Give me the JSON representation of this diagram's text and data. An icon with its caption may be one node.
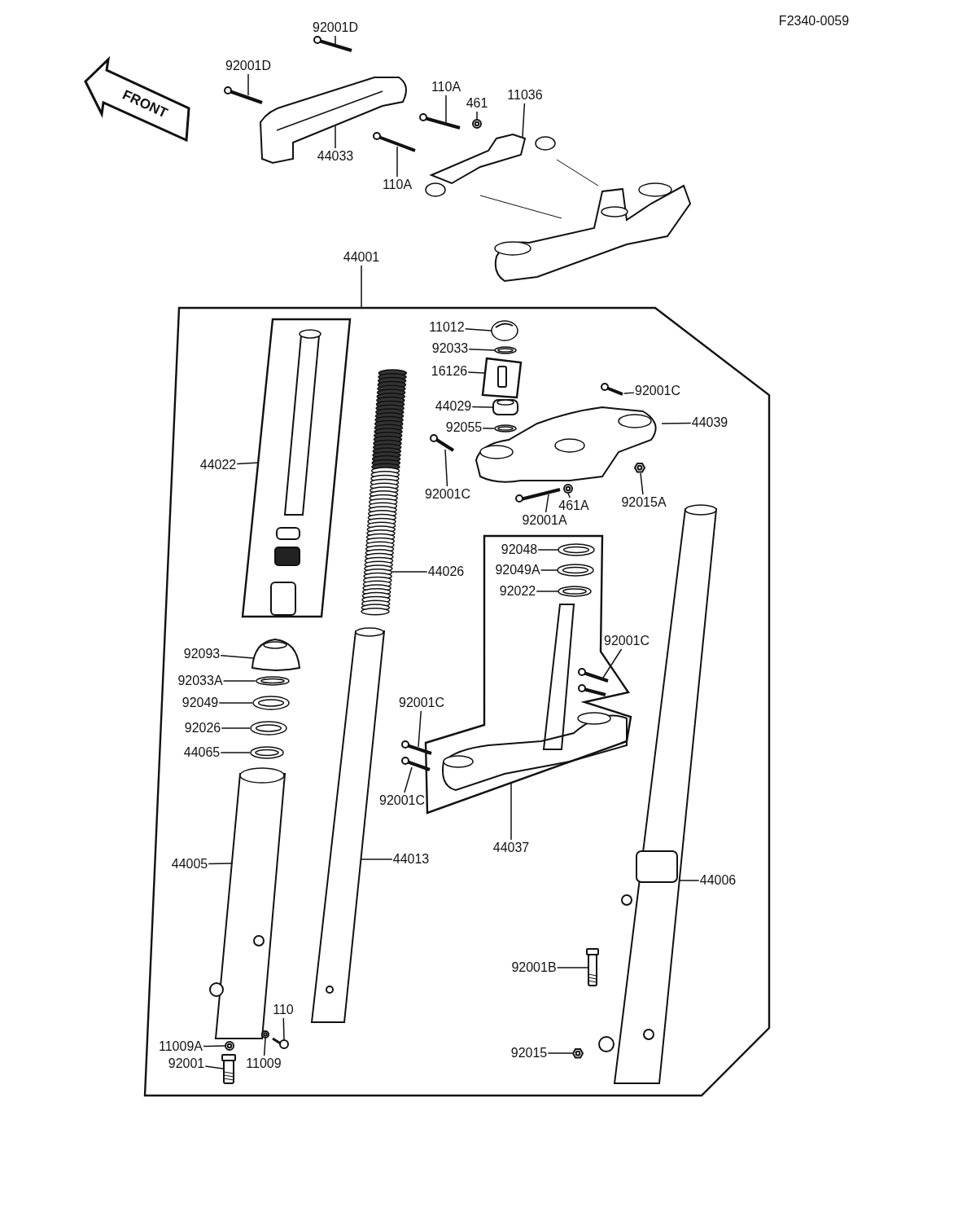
{
  "diagram": {
    "nodes": [
      {
        "text": [
          "92001D"
        ]
      },
      {
        "text": [],
        "shape": "picture"
      },
      {
        "text": [
          "92001D"
        ]
      },
      {
        "text": [],
        "shape": "picture"
      },
      {
        "text": [
          "44033"
        ]
      },
      {
        "text": [],
        "shape": "picture"
      },
      {
        "text": [
          "110A"
        ]
      },
      {
        "text": [],
        "shape": "picture"
      },
      {
        "text": [
          "461"
        ]
      },
      {
        "text": [],
        "shape": "picture"
      },
      {
        "text": [
          "11036"
        ]
      },
      {
        "text": [],
        "shape": "picture"
      },
      {
        "text": [
          "110A"
        ]
      },
      {
        "text": [],
        "shape": "picture"
      },
      {
        "text": [
          "44001"
        ]
      },
      {
        "text": [],
        "shape": "box"
      },
      {
        "text": [
          "11012"
        ],
        "in": 15
      },
      {
        "text": [],
        "shape": "picture",
        "in": 15
      },
      {
        "text": [
          "92033"
        ],
        "in": 15
      },
      {
        "text": [],
        "shape": "picture",
        "in": 15
      },
      {
        "text": [
          "16126"
        ],
        "in": 15
      },
      {
        "text": [],
        "shape": "box",
        "in": 15
      },
      {
        "text": [
          "44029"
        ],
        "in": 15
      },
      {
        "text": [],
        "shape": "picture",
        "in": 15
      },
      {
        "text": [
          "92055"
        ],
        "in": 15
      },
      {
        "text": [],
        "shape": "picture",
        "in": 15
      },
      {
        "text": [
          "92001C"
        ],
        "in": 15
      },
      {
        "text": [],
        "shape": "picture",
        "in": 15
      },
      {
        "text": [
          "44039"
        ],
        "in": 15
      },
      {
        "text": [],
        "shape": "picture",
        "in": 15
      },
      {
        "text": [
          "92001C"
        ],
        "in": 15
      },
      {
        "text": [],
        "shape": "picture",
        "in": 15
      },
      {
        "text": [
          "461A"
        ],
        "in": 15
      },
      {
        "text": [],
        "shape": "picture",
        "in": 15
      },
      {
        "text": [
          "92001A"
        ],
        "in": 15
      },
      {
        "text": [],
        "shape": "picture",
        "in": 15
      },
      {
        "text": [
          "92015A"
        ],
        "in": 15
      },
      {
        "text": [],
        "shape": "picture",
        "in": 15
      },
      {
        "text": [
          "44022"
        ],
        "in": 15
      },
      {
        "text": [],
        "shape": "box",
        "in": 15
      },
      {
        "text": [
          "44026"
        ],
        "in": 15
      },
      {
        "text": [],
        "shape": "picture",
        "in": 15
      },
      {
        "text": [],
        "shape": "box",
        "in": 15
      },
      {
        "text": [
          "92048"
        ],
        "in": 39
      },
      {
        "text": [],
        "shape": "picture",
        "in": 39
      },
      {
        "text": [
          "92049A"
        ],
        "in": 39
      },
      {
        "text": [],
        "shape": "picture",
        "in": 39
      },
      {
        "text": [
          "92022"
        ],
        "in": 39
      },
      {
        "text": [],
        "shape": "picture",
        "in": 39
      },
      {
        "text": [
          "44037"
        ],
        "in": 15
      },
      {
        "text": [
          "92001C"
        ],
        "in": 15
      },
      {
        "text": [],
        "shape": "picture",
        "in": 39
      },
      {
        "text": [
          "92001C"
        ],
        "in": 15
      },
      {
        "text": [],
        "shape": "picture",
        "in": 15
      },
      {
        "text": [
          "92001C"
        ],
        "in": 15
      },
      {
        "text": [],
        "shape": "picture",
        "in": 15
      },
      {
        "text": [
          "92093"
        ],
        "in": 15
      },
      {
        "text": [],
        "shape": "picture",
        "in": 15
      },
      {
        "text": [
          "92033A"
        ],
        "in": 15
      },
      {
        "text": [],
        "shape": "picture",
        "in": 15
      },
      {
        "text": [
          "92049"
        ],
        "in": 15
      },
      {
        "text": [],
        "shape": "picture",
        "in": 15
      },
      {
        "text": [
          "92026"
        ],
        "in": 15
      },
      {
        "text": [],
        "shape": "picture",
        "in": 15
      },
      {
        "text": [
          "44065"
        ],
        "in": 15
      },
      {
        "text": [],
        "shape": "picture",
        "in": 15
      },
      {
        "text": [
          "44005"
        ],
        "in": 15
      },
      {
        "text": [],
        "shape": "picture",
        "in": 15
      },
      {
        "text": [
          "44013"
        ],
        "in": 15
      },
      {
        "text": [],
        "shape": "picture",
        "in": 15
      },
      {
        "text": [
          "44006"
        ],
        "in": 15
      },
      {
        "text": [],
        "shape": "picture",
        "in": 15
      },
      {
        "text": [
          "92001B"
        ],
        "in": 15
      },
      {
        "text": [],
        "shape": "picture",
        "in": 15
      },
      {
        "text": [
          "110"
        ],
        "in": 15
      },
      {
        "text": [],
        "shape": "picture",
        "in": 15
      },
      {
        "text": [
          "11009A"
        ],
        "in": 15
      },
      {
        "text": [],
        "shape": "picture",
        "in": 15
      },
      {
        "text": [
          "92001"
        ],
        "in": 15
      },
      {
        "text": [],
        "shape": "picture",
        "in": 15
      },
      {
        "text": [
          "11009"
        ],
        "in": 15
      },
      {
        "text": [],
        "shape": "picture",
        "in": 15
      },
      {
        "text": [
          "92015"
        ],
        "in": 15
      },
      {
        "text": [],
        "shape": "picture",
        "in": 15
      }
    ],
    "edges": [
      {
        "from": 0,
        "to": 1,
        "arrow": "none"
      },
      {
        "from": 2,
        "to": 3,
        "arrow": "none"
      },
      {
        "from": 4,
        "to": 5,
        "arrow": "none"
      },
      {
        "from": 6,
        "to": 7,
        "arrow": "none"
      },
      {
        "from": 8,
        "to": 9,
        "arrow": "none"
      },
      {
        "from": 10,
        "to": 11,
        "arrow": "none"
      },
      {
        "from": 12,
        "to": 13,
        "arrow": "none"
      },
      {
        "from": 14,
        "to": 15,
        "arrow": "none"
      },
      {
        "from": 16,
        "to": 17,
        "arrow": "none"
      },
      {
        "from": 18,
        "to": 19,
        "arrow": "none"
      },
      {
        "from": 20,
        "to": 42,
        "arrow": "none"
      },
      {
        "from": 22,
        "to": 23,
        "arrow": "none"
      },
      {
        "from": 24,
        "to": 25,
        "arrow": "none"
      },
      {
        "from": 26,
        "to": 27,
        "arrow": "none"
      },
      {
        "from": 28,
        "to": 29,
        "arrow": "none"
      },
      {
        "from": 30,
        "to": 31,
        "arrow": "none"
      },
      {
        "from": 32,
        "to": 33,
        "arrow": "none"
      },
      {
        "from": 34,
        "to": 35,
        "arrow": "none"
      },
      {
        "from": 36,
        "to": 37,
        "arrow": "none"
      },
      {
        "from": 38,
        "to": 21,
        "arrow": "none"
      },
      {
        "from": 40,
        "to": 41,
        "arrow": "none"
      },
      {
        "from": 43,
        "to": 44,
        "arrow": "none"
      },
      {
        "from": 45,
        "to": 46,
        "arrow": "none"
      },
      {
        "from": 47,
        "to": 48,
        "arrow": "none"
      },
      {
        "from": 49,
        "to": 39,
        "arrow": "none"
      },
      {
        "from": 50,
        "to": 51,
        "arrow": "none"
      },
      {
        "from": 52,
        "to": 53,
        "arrow": "none"
      },
      {
        "from": 54,
        "to": 55,
        "arrow": "none"
      },
      {
        "from": 56,
        "to": 57,
        "arrow": "none"
      },
      {
        "from": 58,
        "to": 59,
        "arrow": "none"
      },
      {
        "from": 60,
        "to": 61,
        "arrow": "none"
      },
      {
        "from": 62,
        "to": 63,
        "arrow": "none"
      },
      {
        "from": 64,
        "to": 65,
        "arrow": "none"
      },
      {
        "from": 66,
        "to": 67,
        "arrow": "none"
      },
      {
        "from": 68,
        "to": 69,
        "arrow": "none"
      },
      {
        "from": 70,
        "to": 71,
        "arrow": "none"
      },
      {
        "from": 72,
        "to": 73,
        "arrow": "none"
      },
      {
        "from": 74,
        "to": 75,
        "arrow": "none"
      },
      {
        "from": 76,
        "to": 77,
        "arrow": "none"
      },
      {
        "from": 78,
        "to": 79,
        "arrow": "none"
      },
      {
        "from": 80,
        "to": 81,
        "arrow": "none"
      },
      {
        "from": 82,
        "to": 83,
        "arrow": "none"
      }
    ],
    "labels": [
      "F2340-0059",
      "FRONT"
    ]
  }
}
